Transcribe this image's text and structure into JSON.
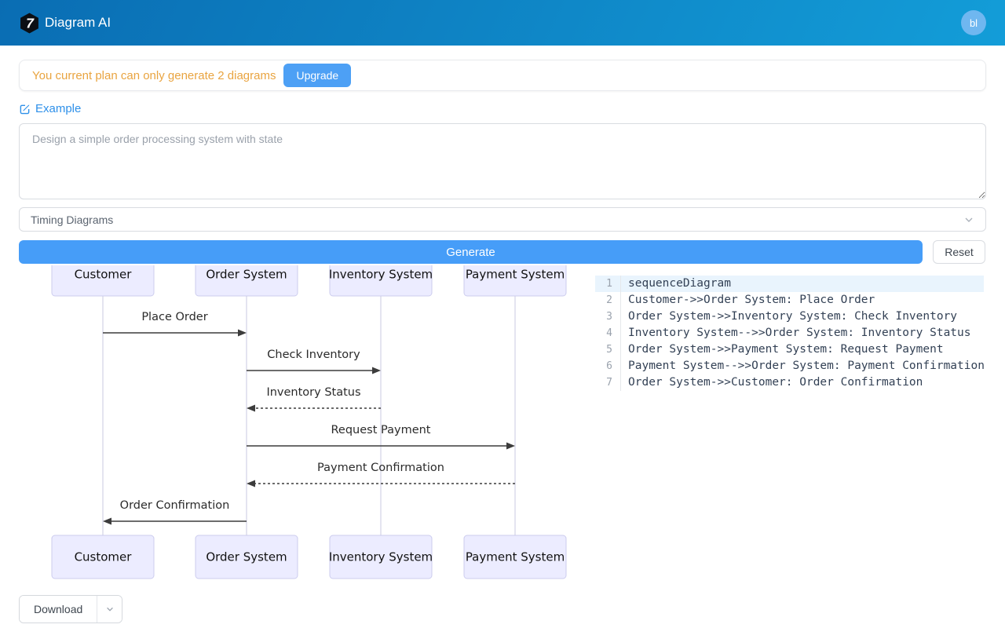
{
  "header": {
    "app_title": "Diagram AI",
    "avatar_initials": "bl"
  },
  "notice": {
    "message": "You current plan can only generate 2 diagrams",
    "upgrade_label": "Upgrade"
  },
  "example": {
    "label": "Example"
  },
  "prompt_input": {
    "placeholder": "Design a simple order processing system with state"
  },
  "diagram_type_select": {
    "value": "Timing Diagrams"
  },
  "actions": {
    "generate_label": "Generate",
    "reset_label": "Reset"
  },
  "download": {
    "label": "Download"
  },
  "diagram": {
    "type": "sequence",
    "actors": [
      "Customer",
      "Order System",
      "Inventory System",
      "Payment System"
    ],
    "messages": [
      {
        "from": "Customer",
        "to": "Order System",
        "label": "Place Order",
        "style": "solid"
      },
      {
        "from": "Order System",
        "to": "Inventory System",
        "label": "Check Inventory",
        "style": "solid"
      },
      {
        "from": "Inventory System",
        "to": "Order System",
        "label": "Inventory Status",
        "style": "dashed"
      },
      {
        "from": "Order System",
        "to": "Payment System",
        "label": "Request Payment",
        "style": "solid"
      },
      {
        "from": "Payment System",
        "to": "Order System",
        "label": "Payment Confirmation",
        "style": "dashed"
      },
      {
        "from": "Order System",
        "to": "Customer",
        "label": "Order Confirmation",
        "style": "solid"
      }
    ],
    "colors": {
      "actor_fill": "#ececff",
      "actor_border": "#ccccee",
      "lifeline": "#c8c8e0",
      "arrow": "#3c3c3c",
      "text": "#111111"
    }
  },
  "code_editor": {
    "active_line": 1,
    "lines": [
      "sequenceDiagram",
      "Customer->>Order System: Place Order",
      "Order System->>Inventory System: Check Inventory",
      "Inventory System-->>Order System: Inventory Status",
      "Order System->>Payment System: Request Payment",
      "Payment System-->>Order System: Payment Confirmation",
      "Order System->>Customer: Order Confirmation"
    ]
  },
  "ui_colors": {
    "header_gradient_start": "#0a6db3",
    "header_gradient_end": "#139dd8",
    "accent_blue": "#469df8",
    "notice_orange": "#e9a440",
    "link_blue": "#2e90e9"
  }
}
